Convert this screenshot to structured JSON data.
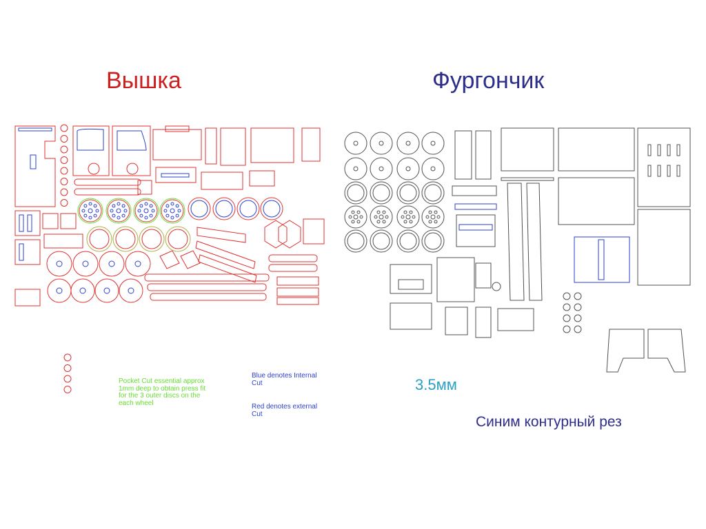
{
  "titles": {
    "left": "Вышка",
    "right": "Фургончик"
  },
  "notes": {
    "pocket_cut": "Pocket Cut essential approx 1mm deep to obtain press fit for the 3 outer discs on the each wheel",
    "blue_internal": "Blue denotes Internal Cut",
    "red_external": "Red denotes external Cut"
  },
  "right_labels": {
    "thickness": "3.5мм",
    "cut_caption": "Синим контурный рез"
  },
  "colors": {
    "red_cut": "#e03030",
    "blue_cut": "#2a3fd0",
    "green_pocket": "#66dd33",
    "olive_ring": "#b0b040",
    "gray_outline": "#505050",
    "title_left": "#cc2020",
    "title_right": "#2d2d8a",
    "thickness_text": "#2aa0c0",
    "caption_text": "#2d2d8a"
  }
}
